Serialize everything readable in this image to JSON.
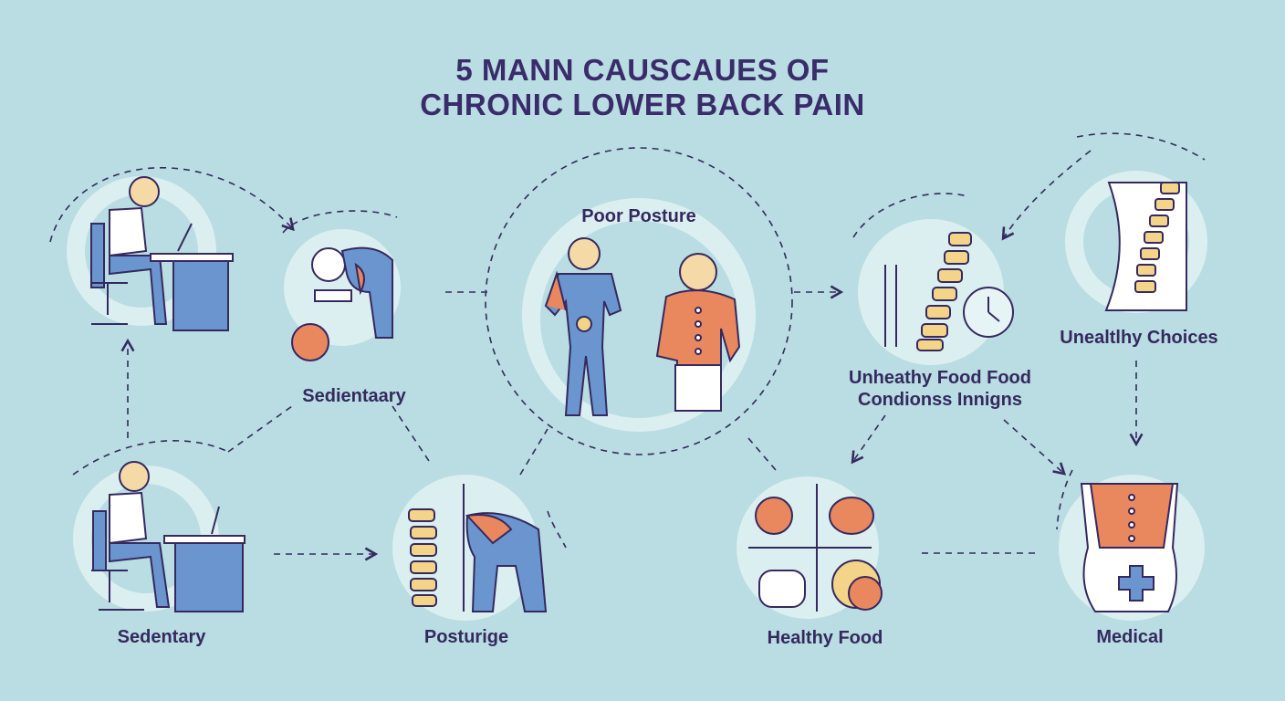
{
  "title": {
    "line1": "5 MANN CAUSCAUES OF",
    "line2": "CHRONIC LOWER BACK PAIN"
  },
  "nodes": {
    "sedientaary": "Sedientaary",
    "poor_posture": "Poor Posture",
    "unheathy_line1": "Unheathy Food Food",
    "unheathy_line2": "Condionss Innigns",
    "unealthy_choices": "Unealtlhy Choices",
    "sedentary": "Sedentary",
    "posturige": "Posturige",
    "healthy_food": "Healthy Food",
    "medical": "Medical"
  },
  "colors": {
    "background": "#b9dde2",
    "text": "#35295f",
    "blue": "#6b95cf",
    "orange": "#e9875f",
    "yellow": "#f3d488",
    "skin": "#f5d9a6"
  }
}
